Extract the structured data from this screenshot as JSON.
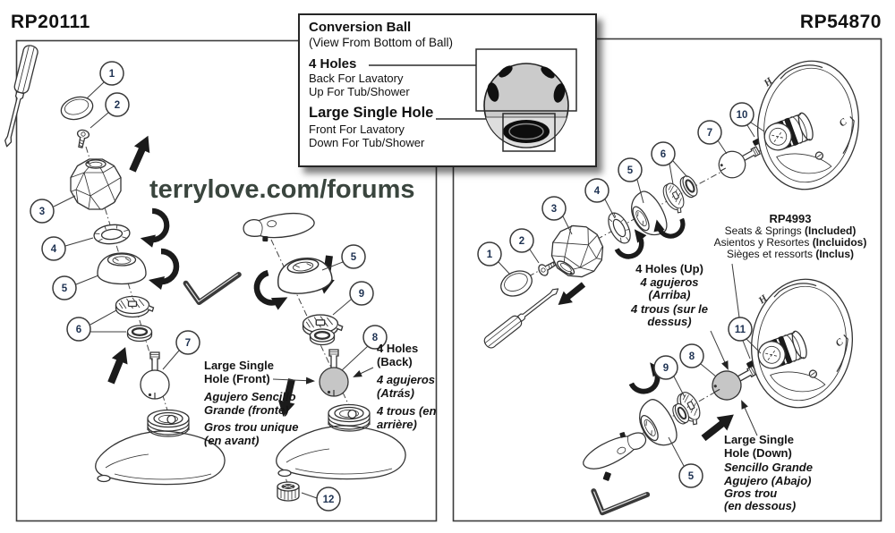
{
  "titles": {
    "left": "RP20111",
    "right": "RP54870"
  },
  "watermark": "terrylove.com/forums",
  "colors": {
    "diagram_line": "#333333",
    "arrow_black": "#1b1b1b",
    "ball_gray": "#c6c6c6",
    "watermark_green": "#3a453e",
    "callout_number": "#1e3252"
  },
  "conversion_box": {
    "title": "Conversion Ball",
    "subtitle": "(View From Bottom of Ball)",
    "four_holes": {
      "label": "4 Holes",
      "line1": "Back For Lavatory",
      "line2": "Up For Tub/Shower"
    },
    "single_hole": {
      "label": "Large Single Hole",
      "line1": "Front For Lavatory",
      "line2": "Down For Tub/Shower"
    }
  },
  "left_panel": {
    "callouts": {
      "n1": "1",
      "n2": "2",
      "n3": "3",
      "n4": "4",
      "n5": "5",
      "n6": "6",
      "n7": "7",
      "n5b": "5",
      "n9": "9",
      "n8": "8",
      "n12": "12"
    },
    "single_hole_front": {
      "en1": "Large Single",
      "en2": "Hole (Front)",
      "es1": "Agujero Sencillo",
      "es2": "Grande  (fronte)",
      "fr1": "Gros trou unique",
      "fr2": "(en avant)"
    },
    "four_holes_back": {
      "en1": "4 Holes",
      "en2": "(Back)",
      "es1": "4 agujeros",
      "es2": "(Atrás)",
      "fr1": "4 trous (en",
      "fr2": "arrière)"
    }
  },
  "right_panel": {
    "callouts": {
      "n1": "1",
      "n2": "2",
      "n3": "3",
      "n4": "4",
      "n5": "5",
      "n6": "6",
      "n7": "7",
      "n10": "10",
      "n11": "11",
      "n9": "9",
      "n8": "8",
      "n5b": "5"
    },
    "rp4993": {
      "title": "RP4993",
      "en_pre": "Seats & Springs ",
      "en_bold": "(Included)",
      "es_pre": "Asientos y Resortes ",
      "es_bold": "(Incluidos)",
      "fr_pre": "Sièges et ressorts ",
      "fr_bold": "(Inclus)"
    },
    "four_holes_up": {
      "l1": "4 Holes (Up)",
      "l2": "4 agujeros",
      "l3": "(Arriba)",
      "l4": "4 trous (sur le",
      "l5": "dessus)"
    },
    "single_hole_down": {
      "l1": "Large Single",
      "l2": "Hole (Down)",
      "l3": "Sencillo Grande",
      "l4": "Agujero (Abajo)",
      "l5": "Gros trou",
      "l6": "(en dessous)"
    },
    "plate_h": "H",
    "plate_c": "C"
  }
}
